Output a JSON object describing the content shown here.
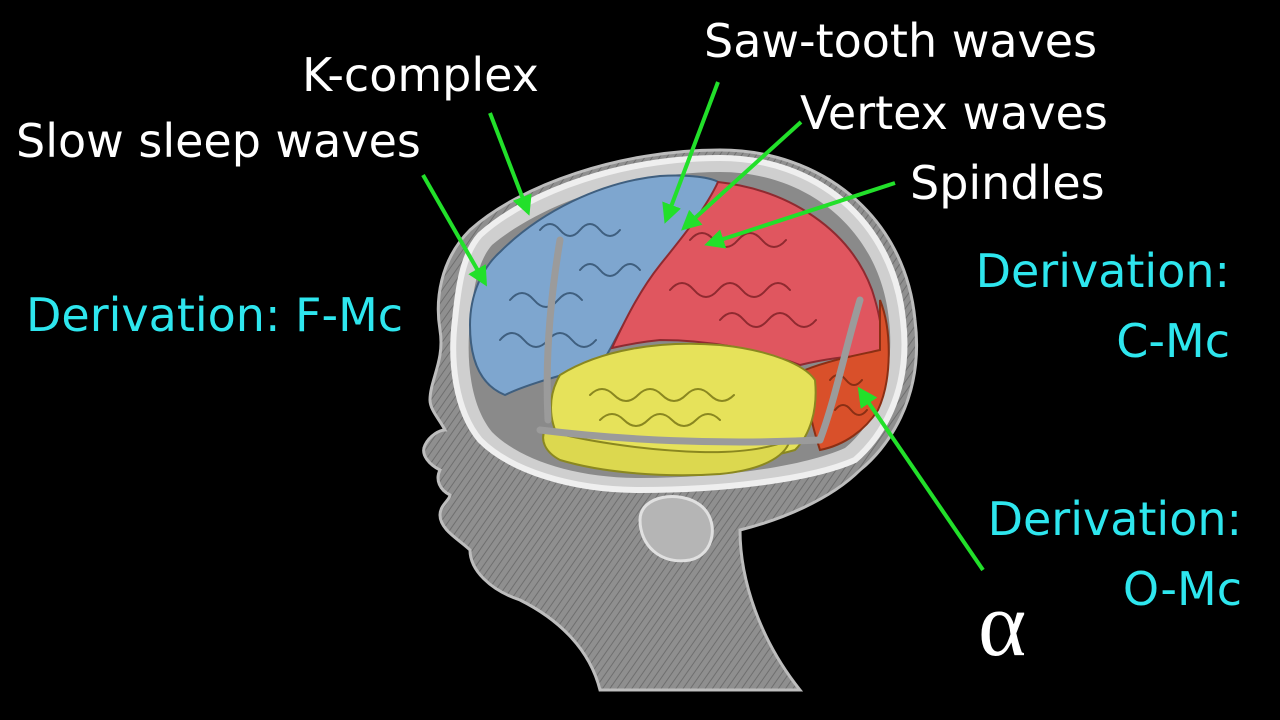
{
  "labels": {
    "slow_sleep_waves": "Slow sleep waves",
    "k_complex": "K-complex",
    "saw_tooth_waves": "Saw-tooth waves",
    "vertex_waves": "Vertex waves",
    "spindles": "Spindles",
    "alpha": "α"
  },
  "derivations": {
    "frontal": "Derivation: F-Mc",
    "central_line1": "Derivation:",
    "central_line2": "C-Mc",
    "occipital_line1": "Derivation:",
    "occipital_line2": "O-Mc"
  },
  "colors": {
    "background": "#000000",
    "label_text": "#ffffff",
    "derivation_text": "#2ee6ee",
    "arrow": "#22e02a",
    "frontal_lobe": "#7ea6cf",
    "parietal_lobe": "#e0565f",
    "temporal_lobe": "#e6e25a",
    "occipital_lobe": "#d9502a",
    "skull": "#b9b9b9",
    "skin": "#9a9a9a"
  }
}
